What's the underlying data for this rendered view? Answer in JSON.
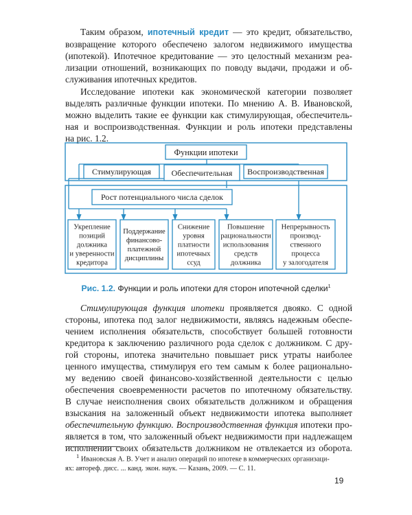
{
  "para1": {
    "l1a": "Таким образом, ",
    "l1term": "ипотечный кредит",
    "l1b": " — это кредит, обязательство,",
    "l2": "возвращение которого обеспечено залогом недвижимого имущества",
    "l3": "(ипотекой). Ипотечное кредитование — это целостный механизм реа-",
    "l4": "лизации отношений, возникающих по поводу выдачи, продажи и об-",
    "l5": "служивания ипотечных кредитов."
  },
  "para2": {
    "l1": "Исследование ипотеки как экономической категории позволяет",
    "l2": "выделять различные функции ипотеки. По мнению А. В. Ивановской,",
    "l3": "можно выделить такие ее функции как стимулирующая, обеспечитель-",
    "l4": "ная и воспроизводственная. Функции и роль ипотеки представлены",
    "l5": "на рис. 1.2."
  },
  "diagram": {
    "title": "Функции ипотеки",
    "functions": [
      "Стимулирующая",
      "Обеспечительная",
      "Воспроизводственная"
    ],
    "growth": "Рост потенциального числа сделок",
    "roles": [
      [
        "Укрепление",
        "позиций",
        "должника",
        "и уверенности",
        "кредитора"
      ],
      [
        "Поддержание",
        "финансово-",
        "платежной",
        "дисциплины"
      ],
      [
        "Снижение",
        "уровня",
        "платности",
        "ипотечных",
        "ссуд"
      ],
      [
        "Повышение",
        "рациональности",
        "использования",
        "средств",
        "должника"
      ],
      [
        "Непрерывность",
        "производ-",
        "ственного",
        "процесса",
        "у залогодателя"
      ]
    ]
  },
  "caption": {
    "label": "Рис. 1.2.",
    "text": " Функции и роль ипотеки для сторон ипотечной сделки",
    "ref": "1"
  },
  "para3": {
    "l1a": "Стимулирующая функция ипотеки",
    "l1b": " проявляется двояко. С одной",
    "l2": "стороны, ипотека под залог недвижимости, являясь надежным обеспе-",
    "l3": "чением исполнения обязательств, способствует большей готовности",
    "l4": "кредитора к заключению различного рода сделок с должником. С дру-",
    "l5": "гой стороны, ипотека значительно повышает риск утраты наиболее",
    "l6": "ценного имущества, стимулируя его тем самым к более рационально-",
    "l7": "му ведению своей финансово-хозяйственной деятельности с целью",
    "l8": "обеспечения своевременности расчетов по ипотечному обязательству.",
    "l9": "В случае неисполнения своих обязательств должником и обращения",
    "l10": "взыскания на заложенный объект недвижимости ипотека выполняет",
    "l11a": "обеспечительную функцию. Воспроизводственная функция",
    "l11b": " ипотеки про-",
    "l12": "является в том, что заложенный объект недвижимости при надлежащем",
    "l13": "исполнении своих обязательств должником не отвлекается из оборота."
  },
  "footnote": {
    "mark": "1",
    "l1": " Ивановская А. В. Учет и анализ операций по ипотеке в коммерческих организаци-",
    "l2": "ях: автореф. дисс. ... канд. экон. наук. — Казань, 2009. — С. 11."
  },
  "page_number": "19",
  "colors": {
    "accent": "#2a8cc4",
    "text": "#1e1e1e"
  }
}
